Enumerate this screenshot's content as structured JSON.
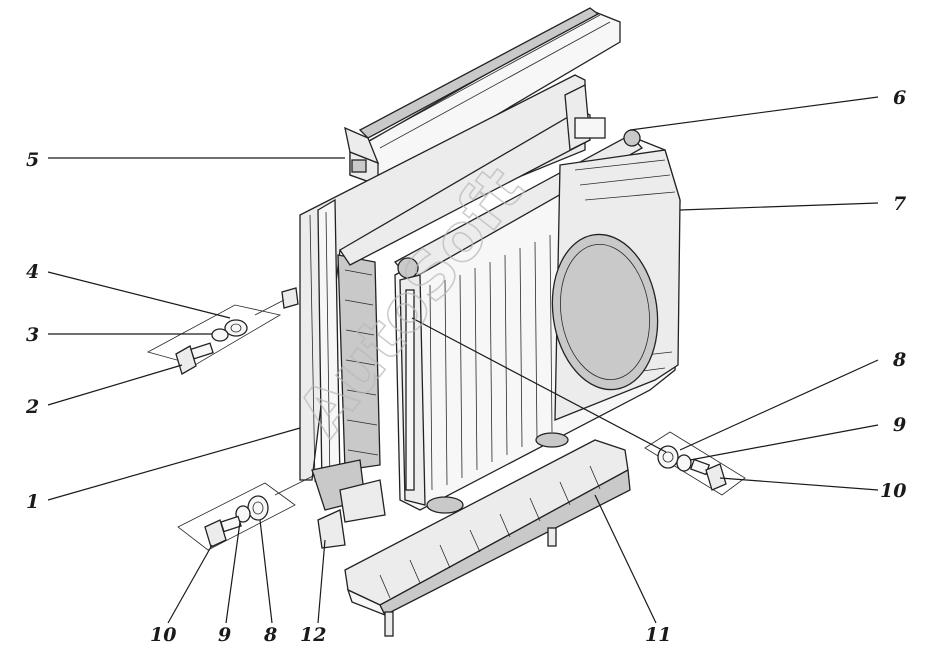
{
  "watermark": "AutoSoft",
  "callouts": [
    {
      "id": "1",
      "text": "1"
    },
    {
      "id": "2",
      "text": "2"
    },
    {
      "id": "3",
      "text": "3"
    },
    {
      "id": "4",
      "text": "4"
    },
    {
      "id": "5",
      "text": "5"
    },
    {
      "id": "6",
      "text": "6"
    },
    {
      "id": "7",
      "text": "7"
    },
    {
      "id": "8a",
      "text": "8"
    },
    {
      "id": "9a",
      "text": "9"
    },
    {
      "id": "10a",
      "text": "10"
    },
    {
      "id": "8b",
      "text": "8"
    },
    {
      "id": "9b",
      "text": "9"
    },
    {
      "id": "10b",
      "text": "10"
    },
    {
      "id": "11",
      "text": "11"
    },
    {
      "id": "12",
      "text": "12"
    }
  ],
  "colors": {
    "ink": "#1a1a1a",
    "paper": "#ffffff",
    "watermark": "#b8b8b8"
  }
}
